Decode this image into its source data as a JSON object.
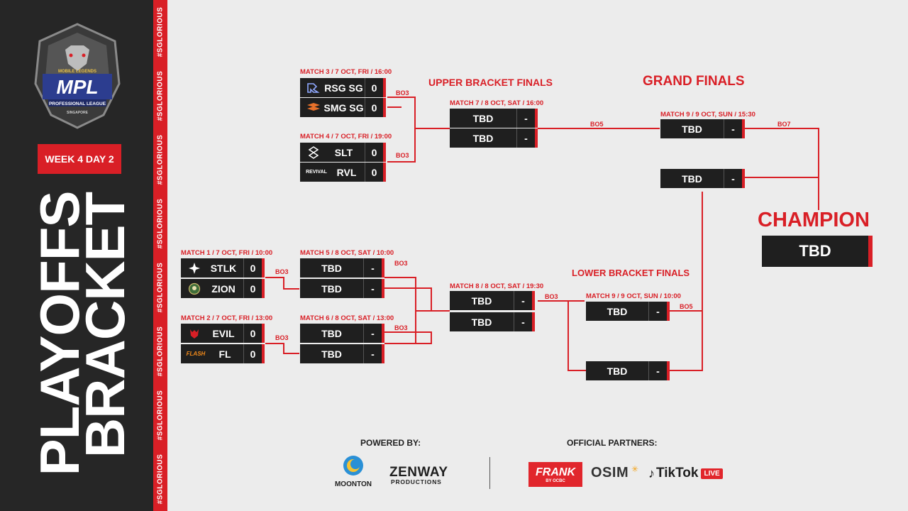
{
  "left": {
    "week_badge": "WEEK 4 DAY 2",
    "title_line1": "PLAYOFFS",
    "title_line2": "BRACKET",
    "hashtag": "#SGLORIOUS",
    "logo_top": "MOBILE LEGENDS",
    "logo_main": "MPL",
    "logo_sub": "PROFESSIONAL LEAGUE",
    "logo_region": "SINGAPORE"
  },
  "rounds": {
    "upper_finals": "UPPER BRACKET FINALS",
    "grand_finals": "GRAND FINALS",
    "lower_finals": "LOWER BRACKET FINALS",
    "champion": "CHAMPION",
    "champion_team": "TBD"
  },
  "matches": {
    "m3": {
      "label": "MATCH 3 / 7 OCT, FRI / 16:00",
      "format": "BO3",
      "team1": {
        "logo": "RRQ",
        "name": "RSG SG",
        "score": "0"
      },
      "team2": {
        "logo": "SMG",
        "name": "SMG SG",
        "score": "0"
      }
    },
    "m4": {
      "label": "MATCH 4 / 7 OCT, FRI / 19:00",
      "format": "BO3",
      "team1": {
        "logo": "SLT",
        "name": "SLT",
        "score": "0"
      },
      "team2": {
        "logo": "REVIVAL",
        "name": "RVL",
        "score": "0"
      }
    },
    "m7": {
      "label": "MATCH 7 / 8 OCT, SAT / 16:00",
      "format": "BO5",
      "team1": {
        "name": "TBD",
        "score": "-"
      },
      "team2": {
        "name": "TBD",
        "score": "-"
      }
    },
    "m9gf": {
      "label": "MATCH 9 / 9 OCT, SUN / 15:30",
      "format": "BO7",
      "team1": {
        "name": "TBD",
        "score": "-"
      },
      "team2": {
        "name": "TBD",
        "score": "-"
      }
    },
    "m1": {
      "label": "MATCH 1 / 7 OCT, FRI / 10:00",
      "format": "BO3",
      "team1": {
        "logo": "STLK",
        "name": "STLK",
        "score": "0"
      },
      "team2": {
        "logo": "ZION",
        "name": "ZION",
        "score": "0"
      }
    },
    "m2": {
      "label": "MATCH 2 / 7 OCT, FRI / 13:00",
      "format": "BO3",
      "team1": {
        "logo": "EVIL",
        "name": "EVIL",
        "score": "0"
      },
      "team2": {
        "logo": "FLASH",
        "name": "FL",
        "score": "0"
      }
    },
    "m5": {
      "label": "MATCH 5 / 8 OCT, SAT / 10:00",
      "format": "BO3",
      "team1": {
        "name": "TBD",
        "score": "-"
      },
      "team2": {
        "name": "TBD",
        "score": "-"
      }
    },
    "m6": {
      "label": "MATCH 6 / 8 OCT, SAT / 13:00",
      "format": "BO3",
      "team1": {
        "name": "TBD",
        "score": "-"
      },
      "team2": {
        "name": "TBD",
        "score": "-"
      }
    },
    "m8": {
      "label": "MATCH 8 / 8 OCT, SAT / 19:30",
      "format": "BO3",
      "team1": {
        "name": "TBD",
        "score": "-"
      },
      "team2": {
        "name": "TBD",
        "score": "-"
      }
    },
    "m9lf": {
      "label": "MATCH 9 / 9 OCT, SUN / 10:00",
      "format": "BO5",
      "team1": {
        "name": "TBD",
        "score": "-"
      },
      "team2": {
        "name": "TBD",
        "score": "-"
      }
    }
  },
  "footer": {
    "powered_by": "POWERED BY:",
    "official_partners": "OFFICIAL PARTNERS:",
    "moonton": "MOONTON",
    "zenway": "ZENWAY",
    "zenway_sub": "PRODUCTIONS",
    "frank": "FRANK",
    "frank_sub": "BY OCBC",
    "osim": "OSIM",
    "tiktok": "TikTok",
    "tiktok_live": "LIVE"
  },
  "colors": {
    "accent": "#d91f26",
    "dark": "#1f1f1f",
    "panel": "#262626",
    "bg": "#ececec"
  }
}
